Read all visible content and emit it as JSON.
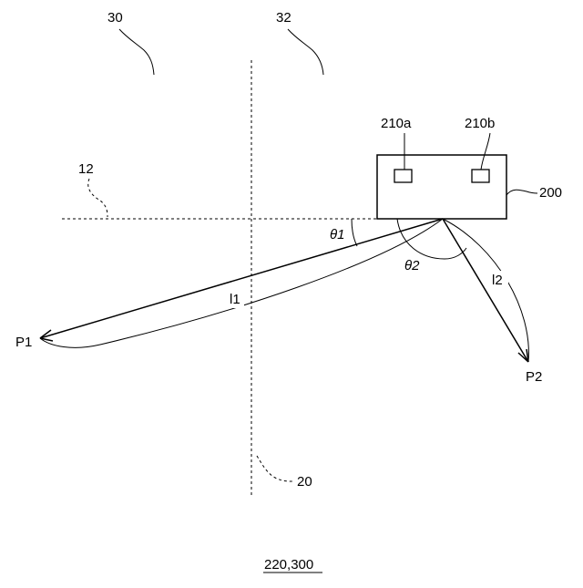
{
  "labels": {
    "ref_30": "30",
    "ref_32": "32",
    "ref_12": "12",
    "ref_20": "20",
    "ref_200": "200",
    "ref_210a": "210a",
    "ref_210b": "210b",
    "theta1_symbol": "θ",
    "theta1_index": "1",
    "theta2_symbol": "θ",
    "theta2_index": "2",
    "l1": "l1",
    "l2": "l2",
    "p1": "P1",
    "p2": "P2",
    "caption": "220,300"
  }
}
